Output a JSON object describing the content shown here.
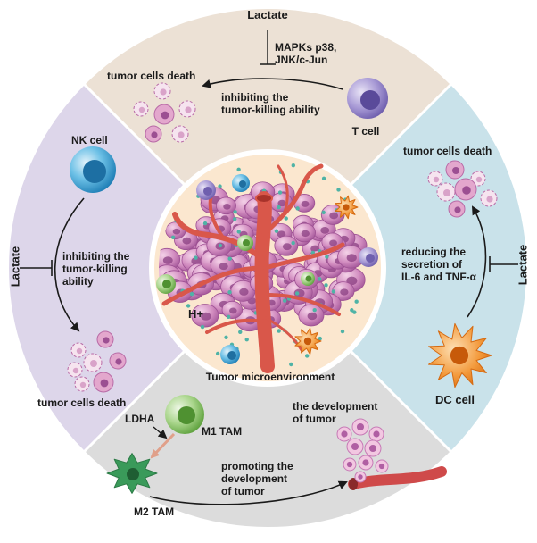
{
  "top": {
    "lactate": "Lactate",
    "pathway": "MAPKs p38,\nJNK/c-Jun",
    "death": "tumor cells death",
    "effect": "inhibiting the\ntumor-killing ability",
    "cell": "T cell"
  },
  "right": {
    "death": "tumor cells death",
    "effect": "reducing the\nsecretion of\nIL-6 and TNF-α",
    "lactate": "Lactate",
    "cell": "DC cell"
  },
  "left": {
    "cell": "NK cell",
    "lactate": "Lactate",
    "effect": "inhibiting the\ntumor-killing\nability",
    "death": "tumor cells death"
  },
  "bottom": {
    "ldha": "LDHA",
    "m1": "M1 TAM",
    "m2": "M2 TAM",
    "effect": "promoting the\ndevelopment\nof tumor",
    "development": "the development\nof tumor"
  },
  "center": {
    "hplus": "H+",
    "title": "Tumor microenvironment"
  },
  "colors": {
    "top_sector": "#ece1d5",
    "right_sector": "#c9e2ea",
    "bottom_sector": "#dcdcdc",
    "left_sector": "#ddd6ea",
    "center_fill": "#fbe7cf",
    "tumor_cell": "#c97fb4",
    "vessel": "#d9574a",
    "t_cell": "#8e80c4",
    "nk_cell": "#3b9fd1",
    "dc_cell": "#f08a24",
    "m1_tam": "#8fc66a",
    "m2_tam": "#3a9a5a"
  }
}
